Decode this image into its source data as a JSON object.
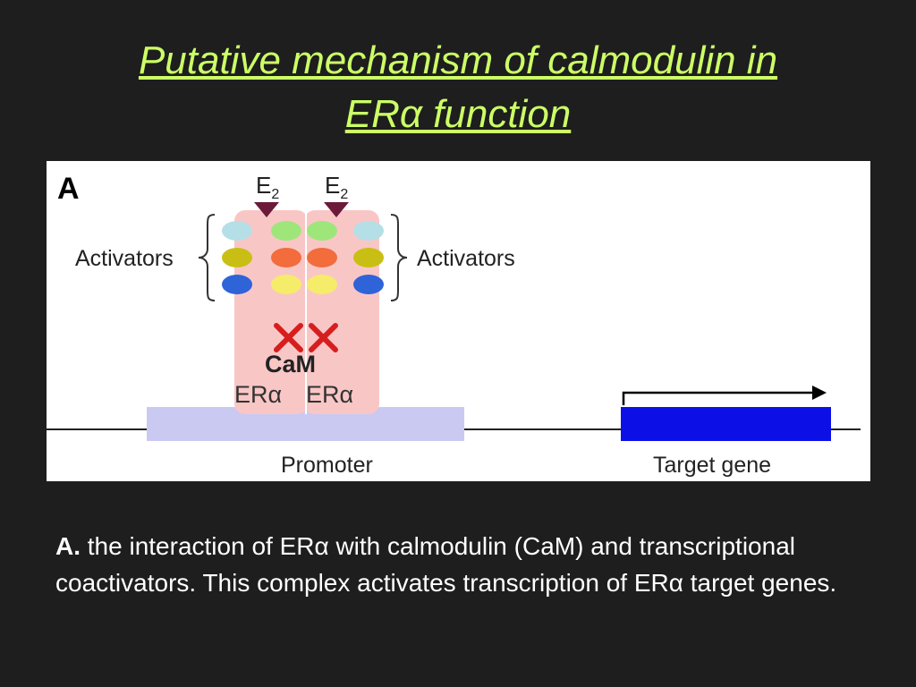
{
  "slide": {
    "title_line1": "Putative mechanism of calmodulin in",
    "title_line2": "ERα function"
  },
  "figure": {
    "panel_label": "A",
    "ligand_label": "E",
    "ligand_subscript": "2",
    "activators_label": "Activators",
    "cam_label": "CaM",
    "receptor_label": "ERα",
    "promoter_label": "Promoter",
    "target_gene_label": "Target gene",
    "colors": {
      "receptor_fill": "#f9c6c6",
      "promoter_fill": "#c9c9f2",
      "gene_fill": "#0d10e6",
      "ligand_fill": "#6b1a3a",
      "cross": "#d61e1e",
      "activator_colors": [
        "#b5dfe6",
        "#9ee67a",
        "#c9bf14",
        "#f26c3c",
        "#2f63d8",
        "#f5ec6a"
      ]
    }
  },
  "caption": {
    "label": "A.",
    "text": "the interaction of ERα with calmodulin (CaM) and transcriptional coactivators. This complex activates transcription of ERα target genes."
  }
}
